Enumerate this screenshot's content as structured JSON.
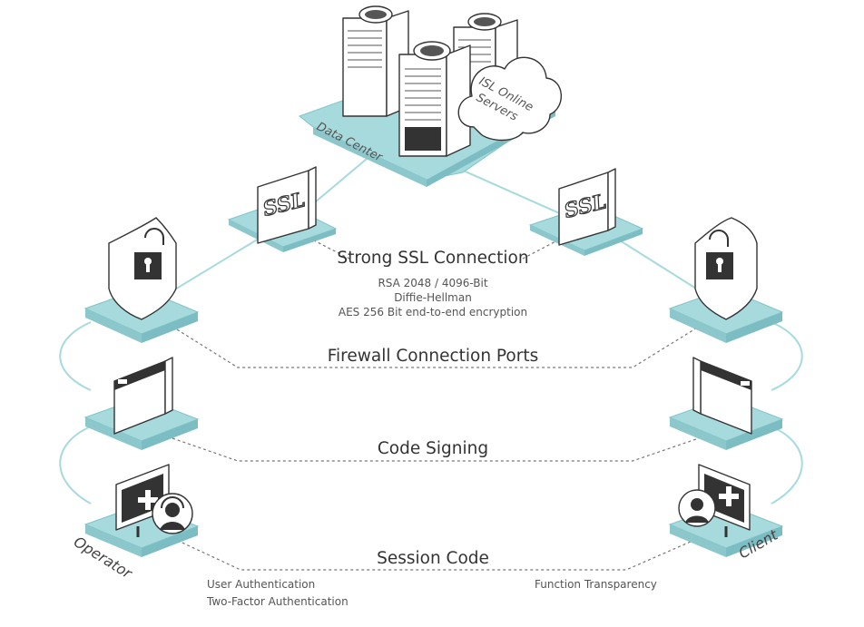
{
  "nodes": {
    "data_center": "Data Center",
    "cloud": [
      "ISL Online",
      "Servers"
    ],
    "operator": "Operator",
    "client": "Client"
  },
  "layers": {
    "ssl": {
      "title": "Strong SSL Connection",
      "details": [
        "RSA 2048 / 4096-Bit",
        "Diffie-Hellman",
        "AES 256 Bit end-to-end encryption"
      ]
    },
    "firewall": {
      "title": "Firewall Connection Ports"
    },
    "code_signing": {
      "title": "Code Signing"
    },
    "session": {
      "title": "Session Code",
      "operator_notes": [
        "User Authentication",
        "Two-Factor Authentication"
      ],
      "client_notes": [
        "Function Transparency"
      ]
    }
  },
  "badges": {
    "ssl_left": "SSL",
    "ssl_right": "SSL"
  },
  "colors": {
    "tile": "#a7dadd",
    "link": "#a7dadd",
    "ink": "#333333"
  },
  "icons": [
    "server-icon",
    "cloud-icon",
    "ssl-certificate-icon",
    "shield-lock-icon",
    "firewall-window-icon",
    "monitor-icon",
    "headset-user-icon",
    "user-icon"
  ]
}
